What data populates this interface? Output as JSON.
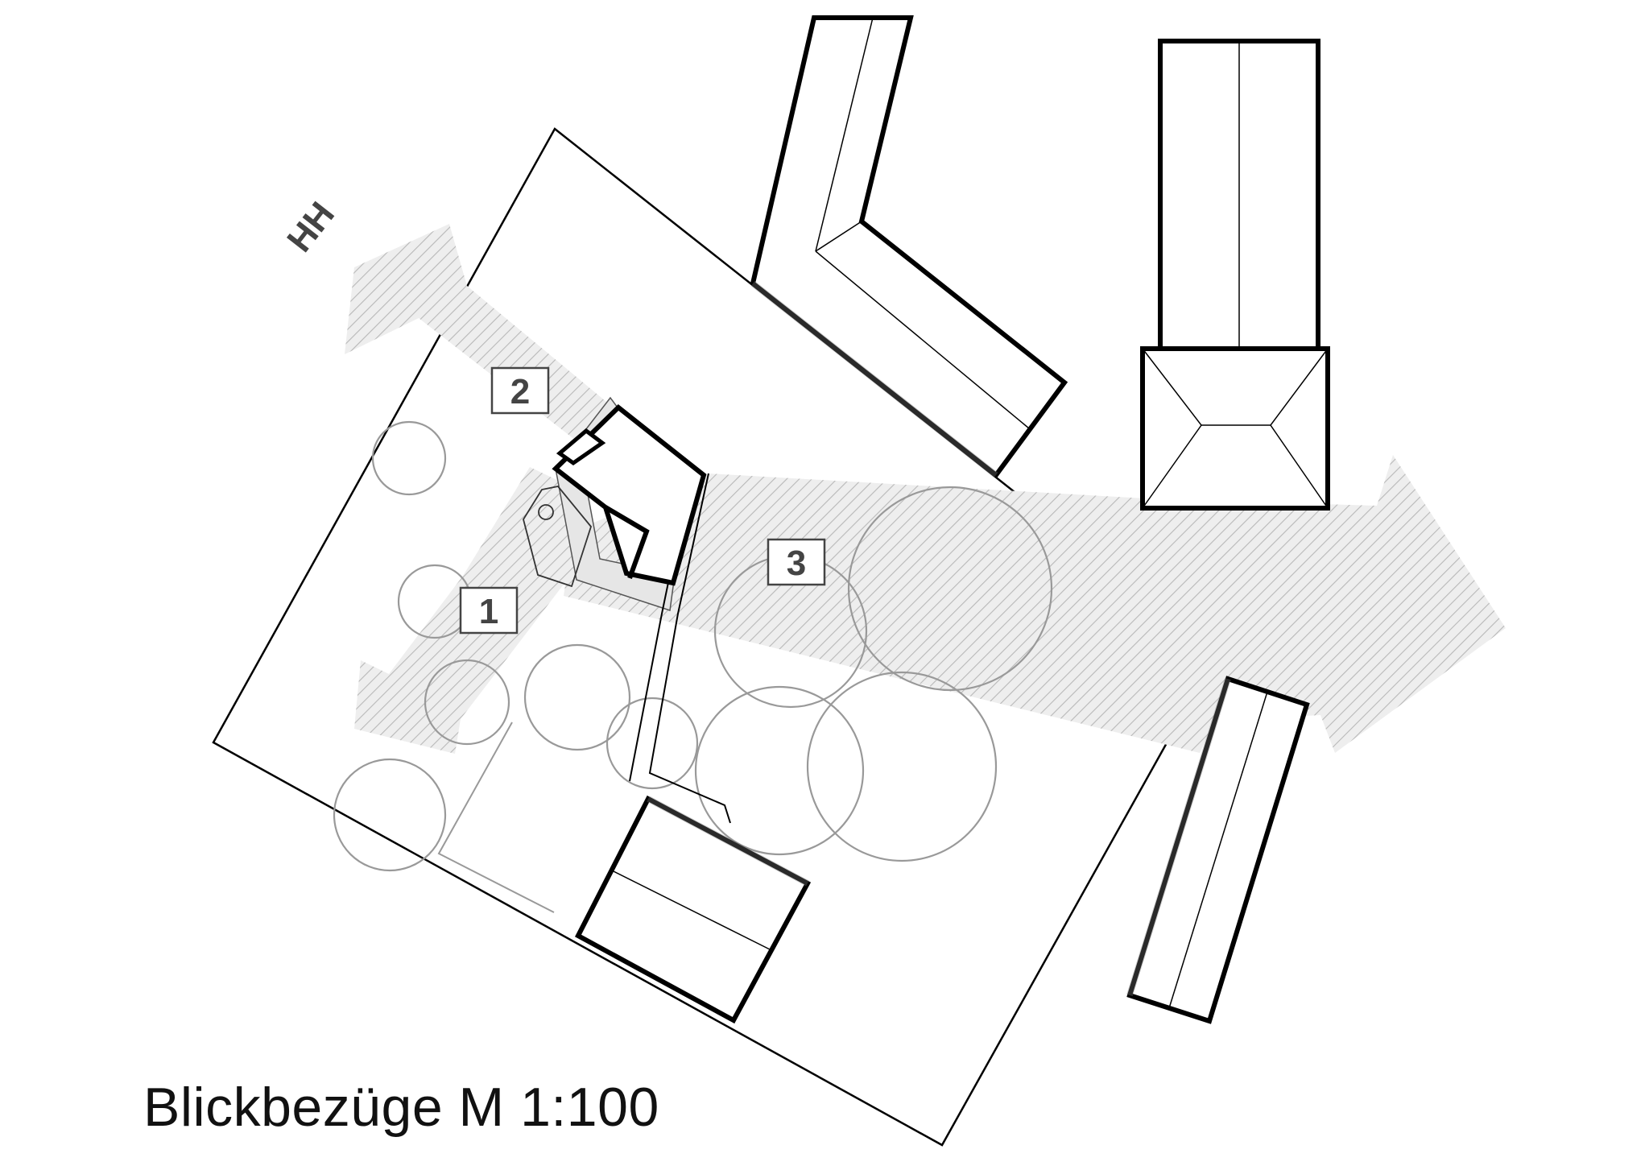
{
  "title": "Blickbezüge M 1:100",
  "direction_label": "HH",
  "view_markers": [
    {
      "number": "1"
    },
    {
      "number": "2"
    },
    {
      "number": "3"
    }
  ],
  "colors": {
    "outline": "#000000",
    "tree": "#999999",
    "hatch": "#bdbdbd",
    "hatch_fill": "#efefef",
    "marker_text": "#444444"
  }
}
